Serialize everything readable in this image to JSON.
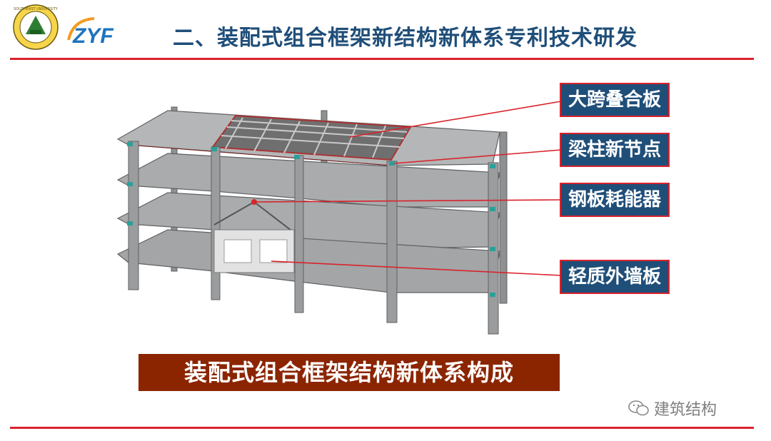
{
  "header": {
    "title": "二、装配式组合框架新结构新体系专利技术研发",
    "brand": "ZYF",
    "seal_text": "SOUTHEAST UNIVERSITY"
  },
  "callouts": [
    {
      "label": "大跨叠合板"
    },
    {
      "label": "梁柱新节点"
    },
    {
      "label": "钢板耗能器"
    },
    {
      "label": "轻质外墙板"
    }
  ],
  "caption": "装配式组合框架结构新体系构成",
  "watermark": {
    "text": "建筑结构",
    "icon": "wechat-icon"
  },
  "colors": {
    "title": "#1f4e79",
    "rule": "#d9232d",
    "callout_bg": "#1f4e79",
    "caption_bg": "#8b2500"
  }
}
